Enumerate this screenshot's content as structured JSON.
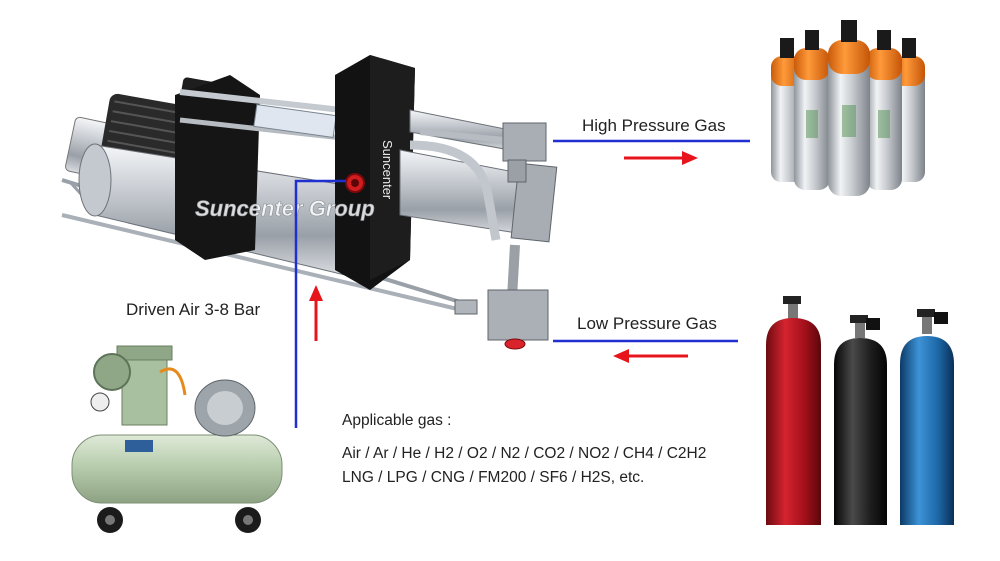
{
  "labels": {
    "high_pressure": "High Pressure Gas",
    "low_pressure": "Low Pressure Gas",
    "driven_air": "Driven Air 3-8 Bar"
  },
  "applicable": {
    "heading": "Applicable gas :",
    "line1": "Air / Ar / He / H2 / O2 / N2 / CO2 / NO2 / CH4 / C2H2",
    "line2": "LNG / LPG / CNG / FM200 / SF6 / H2S, etc."
  },
  "watermark": "Suncenter Group",
  "booster_brand": "Suncenter",
  "colors": {
    "line_blue": "#1f2fd0",
    "arrow_red": "#e8141c",
    "cylinder_orange": "#f07a1a",
    "tank_red": "#b5121b",
    "tank_black": "#1a1a1a",
    "tank_blue": "#1f6fb5",
    "compressor_green": "#b9cfb0"
  }
}
